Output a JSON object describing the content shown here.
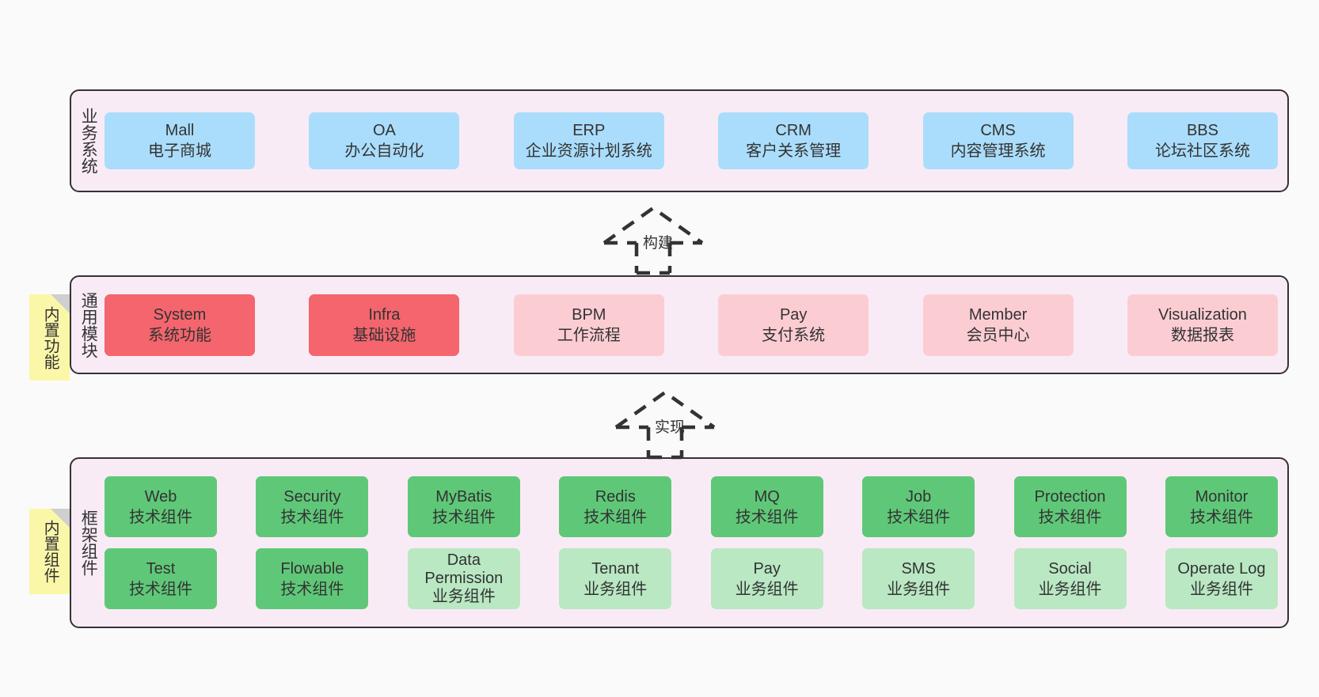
{
  "diagram": {
    "background_color": "#fafafa",
    "panel_color": "#f9ebf5",
    "panel_border_color": "#333333",
    "sticky_color": "#fbf7a8",
    "sticky_fold_color": "#cfcfcf"
  },
  "layers": [
    {
      "id": "business-systems",
      "label": "业务系统",
      "rows": [
        {
          "cards": [
            {
              "title": "Mall",
              "subtitle": "电子商城",
              "color": "#aaddfb",
              "style": "c-blue"
            },
            {
              "title": "OA",
              "subtitle": "办公自动化",
              "color": "#aaddfb",
              "style": "c-blue"
            },
            {
              "title": "ERP",
              "subtitle": "企业资源计划系统",
              "color": "#aaddfb",
              "style": "c-blue"
            },
            {
              "title": "CRM",
              "subtitle": "客户关系管理",
              "color": "#aaddfb",
              "style": "c-blue"
            },
            {
              "title": "CMS",
              "subtitle": "内容管理系统",
              "color": "#aaddfb",
              "style": "c-blue"
            },
            {
              "title": "BBS",
              "subtitle": "论坛社区系统",
              "color": "#aaddfb",
              "style": "c-blue"
            }
          ]
        }
      ]
    },
    {
      "id": "common-modules",
      "label": "通用模块",
      "sticky": "内置功能",
      "rows": [
        {
          "cards": [
            {
              "title": "System",
              "subtitle": "系统功能",
              "color": "#f4656d",
              "style": "c-red-solid"
            },
            {
              "title": "Infra",
              "subtitle": "基础设施",
              "color": "#f4656d",
              "style": "c-red-solid"
            },
            {
              "title": "BPM",
              "subtitle": "工作流程",
              "color": "#fbcdd3",
              "style": "c-red-light"
            },
            {
              "title": "Pay",
              "subtitle": "支付系统",
              "color": "#fbcdd3",
              "style": "c-red-light"
            },
            {
              "title": "Member",
              "subtitle": "会员中心",
              "color": "#fbcdd3",
              "style": "c-red-light"
            },
            {
              "title": "Visualization",
              "subtitle": "数据报表",
              "color": "#fbcdd3",
              "style": "c-red-light"
            }
          ]
        }
      ]
    },
    {
      "id": "framework-components",
      "label": "框架组件",
      "sticky": "内置组件",
      "rows": [
        {
          "cards": [
            {
              "title": "Web",
              "subtitle": "技术组件",
              "color": "#5fc878",
              "style": "c-green-solid"
            },
            {
              "title": "Security",
              "subtitle": "技术组件",
              "color": "#5fc878",
              "style": "c-green-solid"
            },
            {
              "title": "MyBatis",
              "subtitle": "技术组件",
              "color": "#5fc878",
              "style": "c-green-solid"
            },
            {
              "title": "Redis",
              "subtitle": "技术组件",
              "color": "#5fc878",
              "style": "c-green-solid"
            },
            {
              "title": "MQ",
              "subtitle": "技术组件",
              "color": "#5fc878",
              "style": "c-green-solid"
            },
            {
              "title": "Job",
              "subtitle": "技术组件",
              "color": "#5fc878",
              "style": "c-green-solid"
            },
            {
              "title": "Protection",
              "subtitle": "技术组件",
              "color": "#5fc878",
              "style": "c-green-solid"
            },
            {
              "title": "Monitor",
              "subtitle": "技术组件",
              "color": "#5fc878",
              "style": "c-green-solid"
            }
          ]
        },
        {
          "cards": [
            {
              "title": "Test",
              "subtitle": "技术组件",
              "color": "#5fc878",
              "style": "c-green-solid"
            },
            {
              "title": "Flowable",
              "subtitle": "技术组件",
              "color": "#5fc878",
              "style": "c-green-solid"
            },
            {
              "title": "Data Permission",
              "subtitle": "业务组件",
              "color": "#b9e8c3",
              "style": "c-green-light"
            },
            {
              "title": "Tenant",
              "subtitle": "业务组件",
              "color": "#b9e8c3",
              "style": "c-green-light"
            },
            {
              "title": "Pay",
              "subtitle": "业务组件",
              "color": "#b9e8c3",
              "style": "c-green-light"
            },
            {
              "title": "SMS",
              "subtitle": "业务组件",
              "color": "#b9e8c3",
              "style": "c-green-light"
            },
            {
              "title": "Social",
              "subtitle": "业务组件",
              "color": "#b9e8c3",
              "style": "c-green-light"
            },
            {
              "title": "Operate Log",
              "subtitle": "业务组件",
              "color": "#b9e8c3",
              "style": "c-green-light"
            }
          ]
        }
      ]
    }
  ],
  "connectors": [
    {
      "id": "build-arrow",
      "label": "构建",
      "from": "common-modules",
      "to": "business-systems",
      "style": "dashed-generalization"
    },
    {
      "id": "implement-arrow",
      "label": "实现",
      "from": "framework-components",
      "to": "common-modules",
      "style": "dashed-generalization"
    }
  ]
}
